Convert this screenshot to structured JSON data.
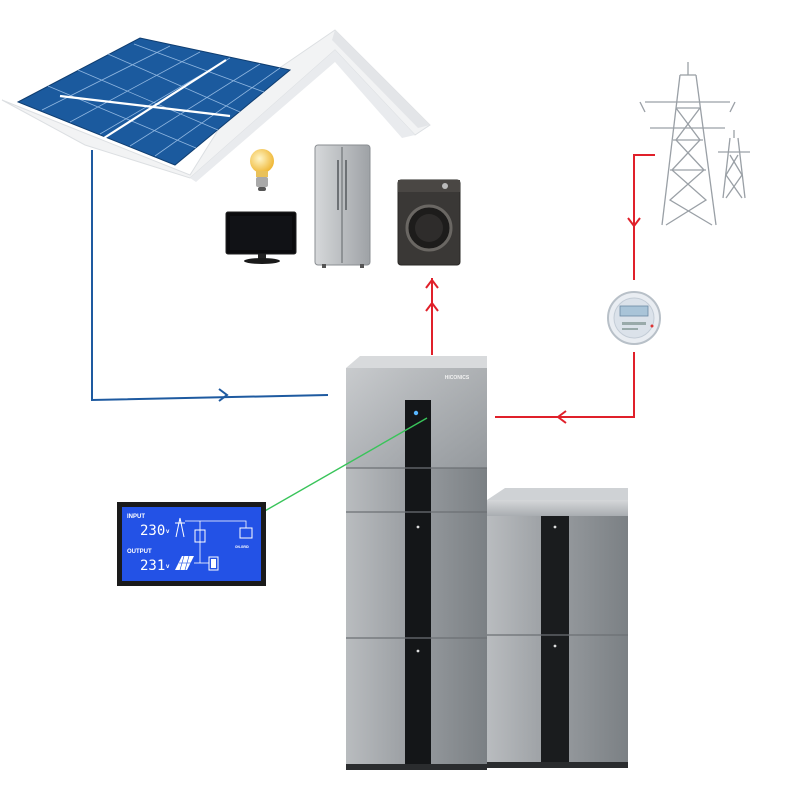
{
  "brand": {
    "logo_text": "HICONICS"
  },
  "display": {
    "input_label": "INPUT",
    "input_value": "230",
    "output_label": "OUTPUT",
    "output_value": "231",
    "unit": "v",
    "mode_tag": "ON-GRID"
  },
  "colors": {
    "solar_line": "#1e5aa0",
    "grid_line": "#e0202a",
    "signal_line": "#39c45a",
    "lcd_background": "#2352e6",
    "cabinet": "#8e9397"
  },
  "icons": {
    "solar": "solar-panel-roof-icon",
    "loads": [
      "light-bulb-icon",
      "tv-icon",
      "fridge-icon",
      "washing-machine-icon"
    ],
    "grid": "power-tower-icon",
    "meter": "electric-meter-icon"
  }
}
